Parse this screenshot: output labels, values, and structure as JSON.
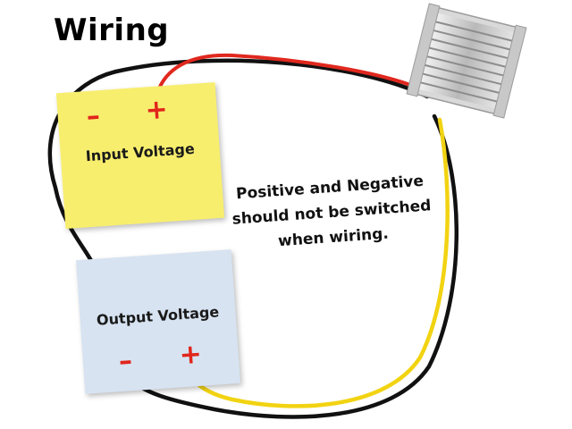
{
  "title": "Wiring",
  "input_box": {
    "label": "Input Voltage",
    "minus": "–",
    "plus": "+",
    "color": "#f8ee6e"
  },
  "output_box": {
    "label": "Output Voltage",
    "minus": "–",
    "plus": "+",
    "color": "#d7e3f1"
  },
  "note": {
    "lines": [
      "Positive and Negative",
      "should not be switched",
      "when wiring."
    ]
  },
  "wire_colors": {
    "input_positive": "#e0281e",
    "negative": "#111111",
    "output_positive": "#f2d312"
  },
  "sign_color": "#e1261c",
  "converter_icon": "dc-dc-converter-heatsink-icon"
}
